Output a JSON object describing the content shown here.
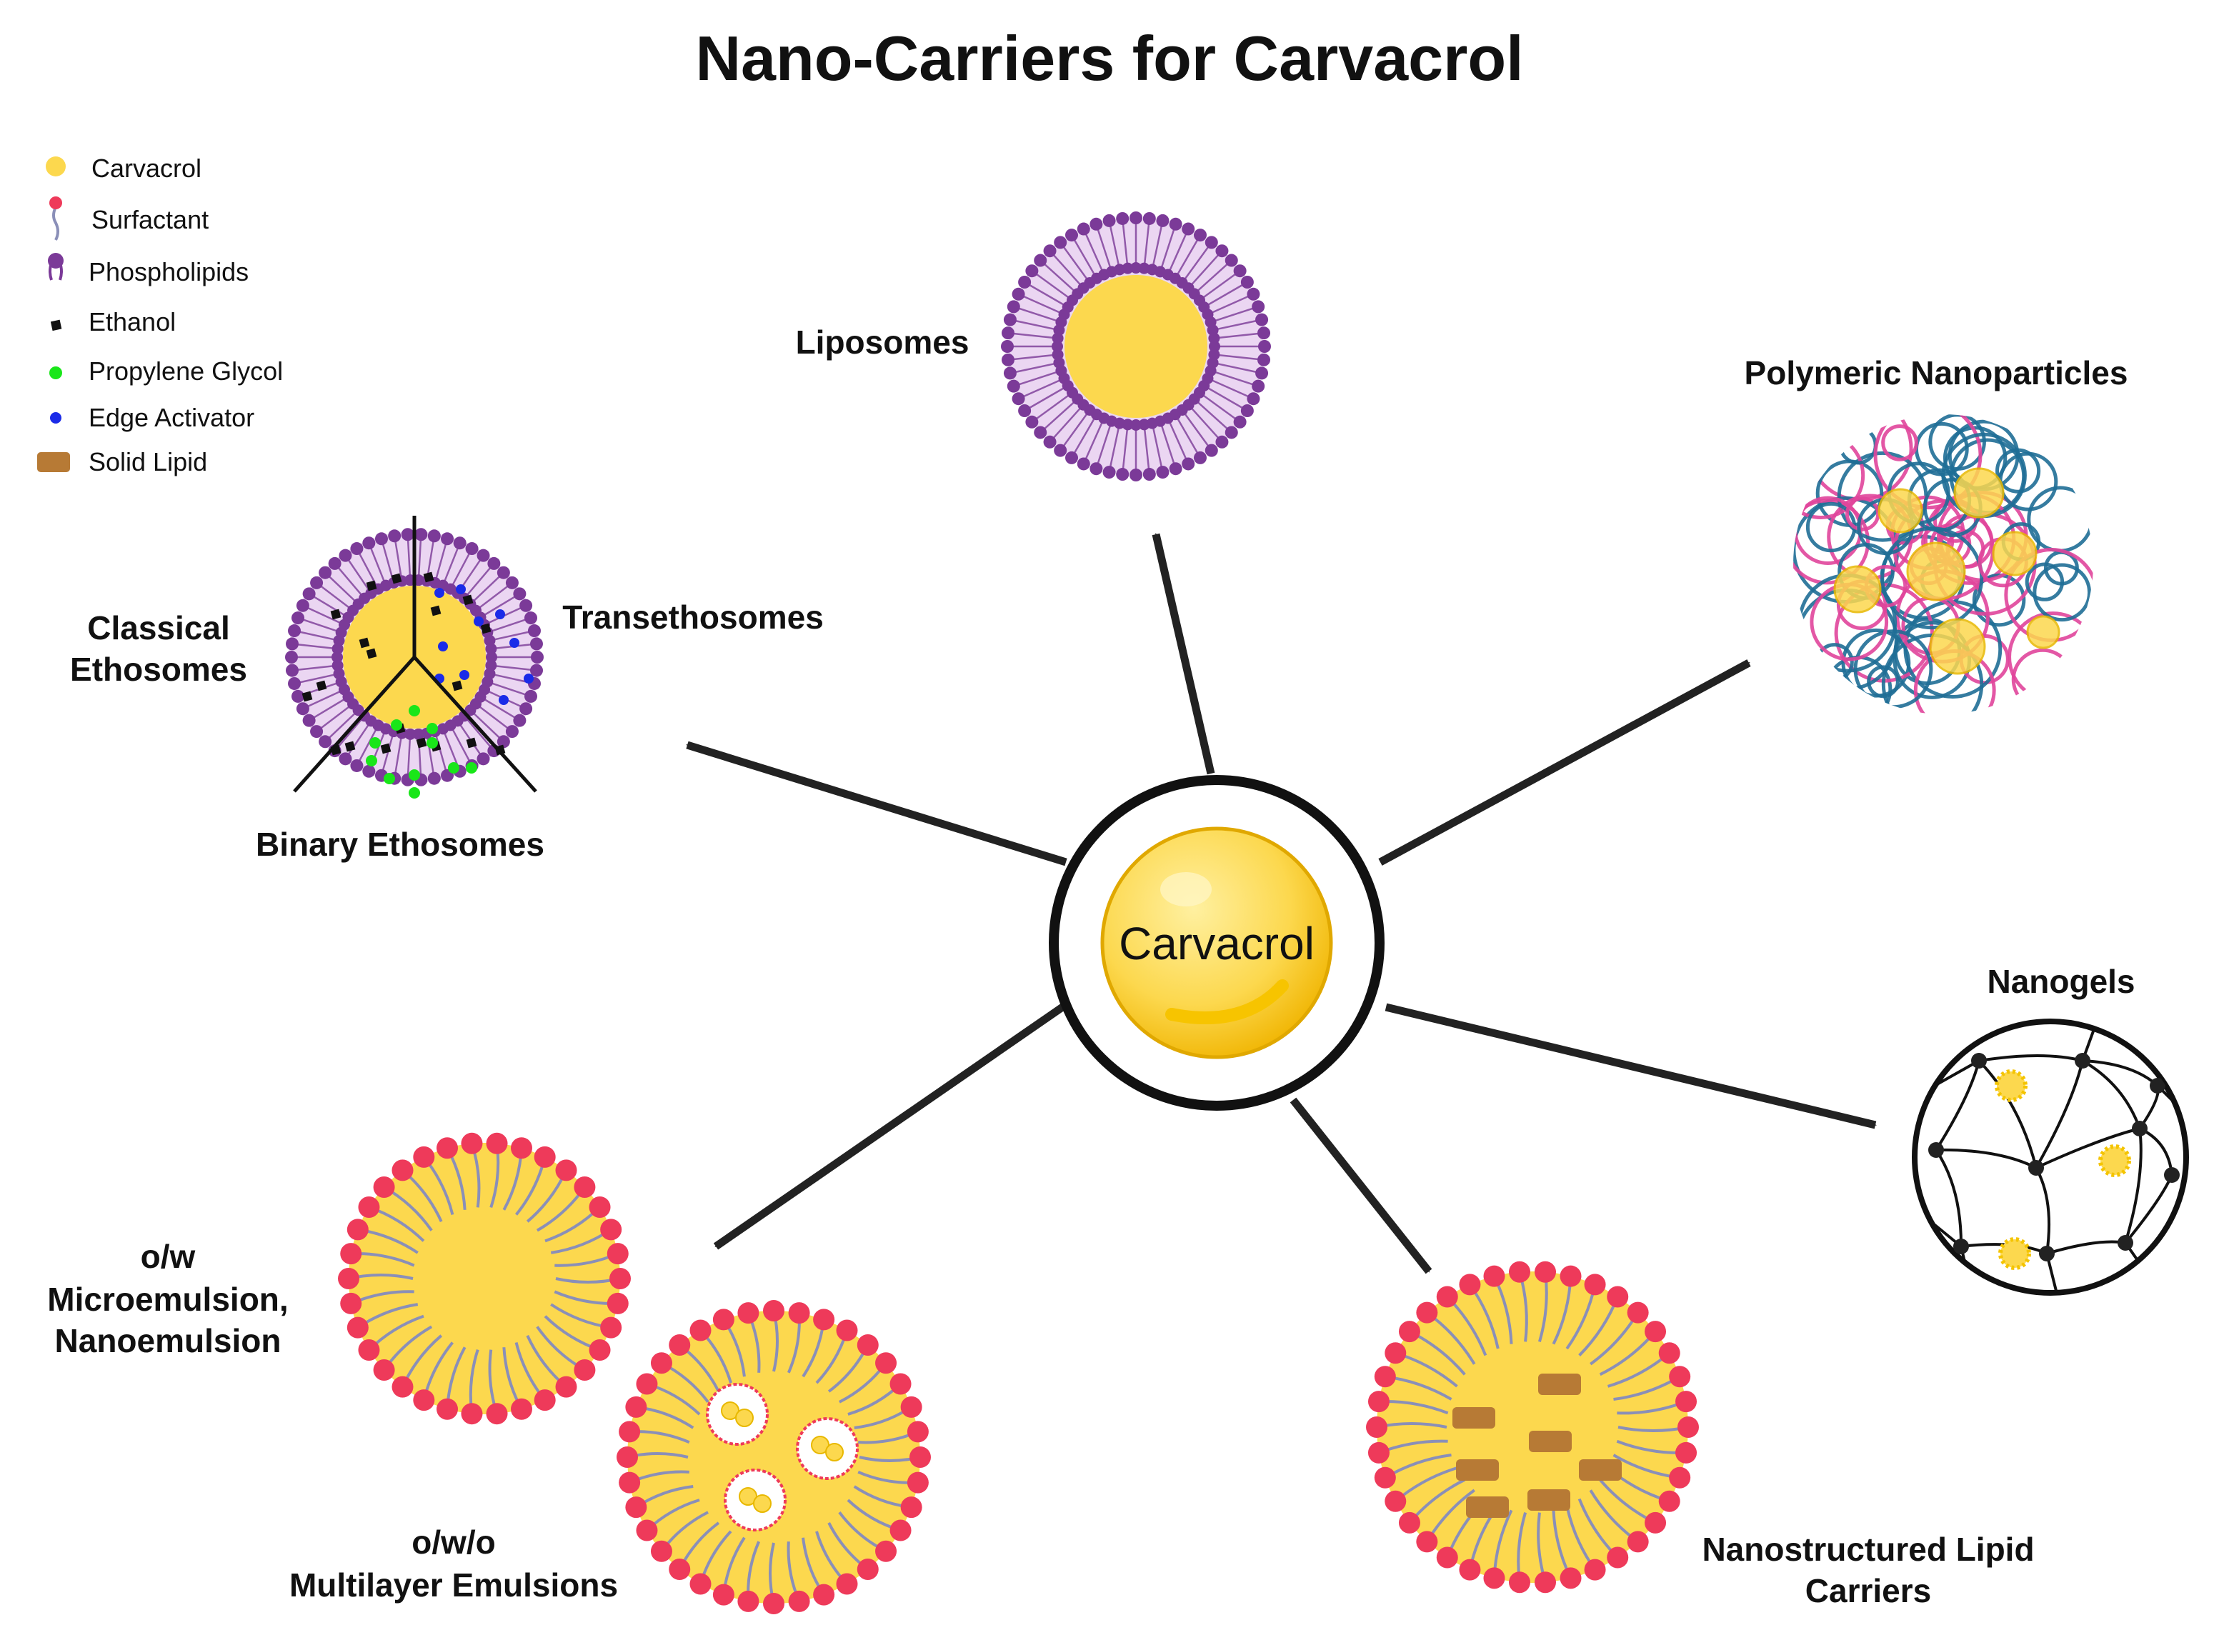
{
  "title": "Nano-Carriers for Carvacrol",
  "center": {
    "label": "Carvacrol"
  },
  "legend": [
    {
      "label": "Carvacrol",
      "icon": "carvacrol-droplet-icon",
      "color": "#FCD84E"
    },
    {
      "label": "Surfactant",
      "icon": "surfactant-molecule-icon",
      "color": "#EE3A5A"
    },
    {
      "label": "Phospholipids",
      "icon": "phospholipid-molecule-icon",
      "color": "#7B3A98"
    },
    {
      "label": "Ethanol",
      "icon": "ethanol-square-icon",
      "color": "#111111"
    },
    {
      "label": "Propylene Glycol",
      "icon": "propylene-glycol-dot-icon",
      "color": "#19E619"
    },
    {
      "label": "Edge Activator",
      "icon": "edge-activator-dot-icon",
      "color": "#1B2BE8"
    },
    {
      "label": "Solid Lipid",
      "icon": "solid-lipid-block-icon",
      "color": "#B77A35"
    }
  ],
  "carriers": {
    "liposomes": "Liposomes",
    "polymeric": "Polymeric Nanoparticles",
    "classical": [
      "Classical",
      "Ethosomes"
    ],
    "transethosomes": "Transethosomes",
    "binary": "Binary Ethosomes",
    "nanogels": "Nanogels",
    "ow": [
      "o/w",
      "Microemulsion,",
      "Nanoemulsion"
    ],
    "owo": [
      "o/w/o",
      "Multilayer Emulsions"
    ],
    "nlc": [
      "Nanostructured Lipid",
      "Carriers"
    ]
  },
  "colors": {
    "carvacrol": "#FCD84E",
    "carvacrol_dark": "#F2B800",
    "phospholipid_head": "#7B3A98",
    "phospholipid_fill": "#EBD6F2",
    "surfactant_head": "#EE3A5A",
    "surfactant_tail": "#8A8FB8",
    "solid_lipid": "#B77A35",
    "polymer_blue": "#1F6E96",
    "polymer_pink": "#E0459B",
    "arrow": "#222222"
  }
}
